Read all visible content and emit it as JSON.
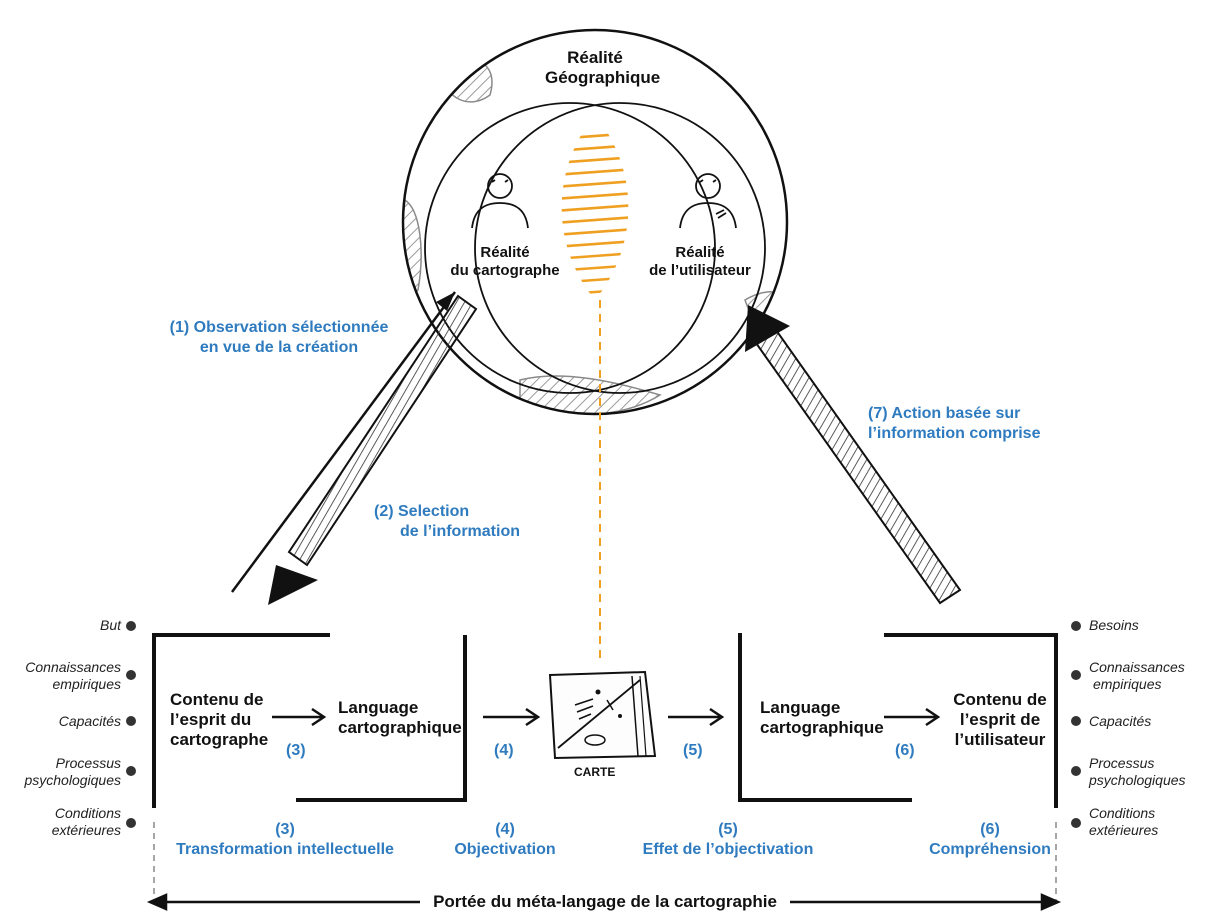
{
  "reality": {
    "title_line1": "Réalité",
    "title_line2": "Géographique",
    "cartographer_line1": "Réalité",
    "cartographer_line2": "du cartographe",
    "user_line1": "Réalité",
    "user_line2": "de l’utilisateur"
  },
  "arrows": {
    "observation_line1": "(1) Observation sélectionnée",
    "observation_line2": "en vue de la création",
    "selection_line1": "(2) Selection",
    "selection_line2": "de l’information",
    "action_line1": "(7) Action basée sur",
    "action_line2": "l’information comprise"
  },
  "left_factors": [
    "But",
    "Connaissances",
    "empiriques",
    "Capacités",
    "Processus",
    "psychologiques",
    "Conditions",
    "extérieures"
  ],
  "right_factors": [
    "Besoins",
    "Connaissances",
    "empiriques",
    "Capacités",
    "Processus",
    "psychologiques",
    "Conditions",
    "extérieures"
  ],
  "boxes": {
    "mind_cartographer": [
      "Contenu de",
      "l’esprit du",
      "cartographe"
    ],
    "language_left": [
      "Language",
      "cartographique"
    ],
    "language_right": [
      "Language",
      "cartographique"
    ],
    "mind_user": [
      "Contenu de",
      "l’esprit de",
      "l’utilisateur"
    ],
    "map_label": "CARTE"
  },
  "steps": {
    "s3": "(3)",
    "s4": "(4)",
    "s5": "(5)",
    "s6": "(6)",
    "transformation": "Transformation intellectuelle",
    "objectivation": "Objectivation",
    "effet": "Effet de l’objectivation",
    "comprehension": "Compréhension"
  },
  "footer": "Portée du méta-langage de la cartographie",
  "colors": {
    "accent_blue": "#2f7bbf",
    "hatch_orange": "#f0a020",
    "ink": "#111111"
  }
}
